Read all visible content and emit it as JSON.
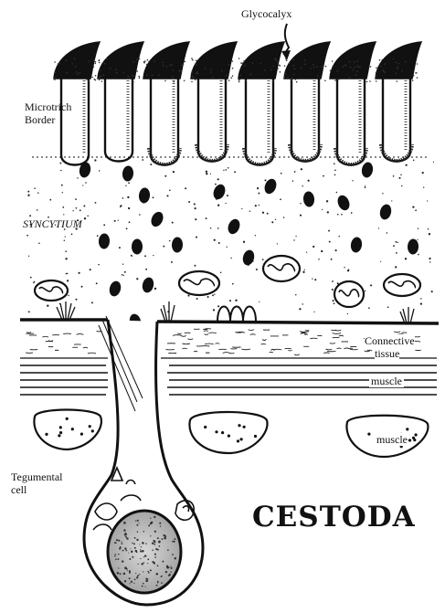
{
  "diagram": {
    "title": "CESTODA",
    "labels": {
      "glycocalyx": "Glycocalyx",
      "microtrich_line1": "Microtrich",
      "microtrich_line2": "Border",
      "syncytium": "SYNCYTIUM",
      "connective_line1": "Connective",
      "connective_line2": "tissue",
      "muscle_band": "muscle",
      "muscle_bundle": "muscle",
      "tegumental_line1": "Tegumental",
      "tegumental_line2": "cell"
    },
    "colors": {
      "ink": "#111111",
      "paper": "#ffffff"
    }
  }
}
